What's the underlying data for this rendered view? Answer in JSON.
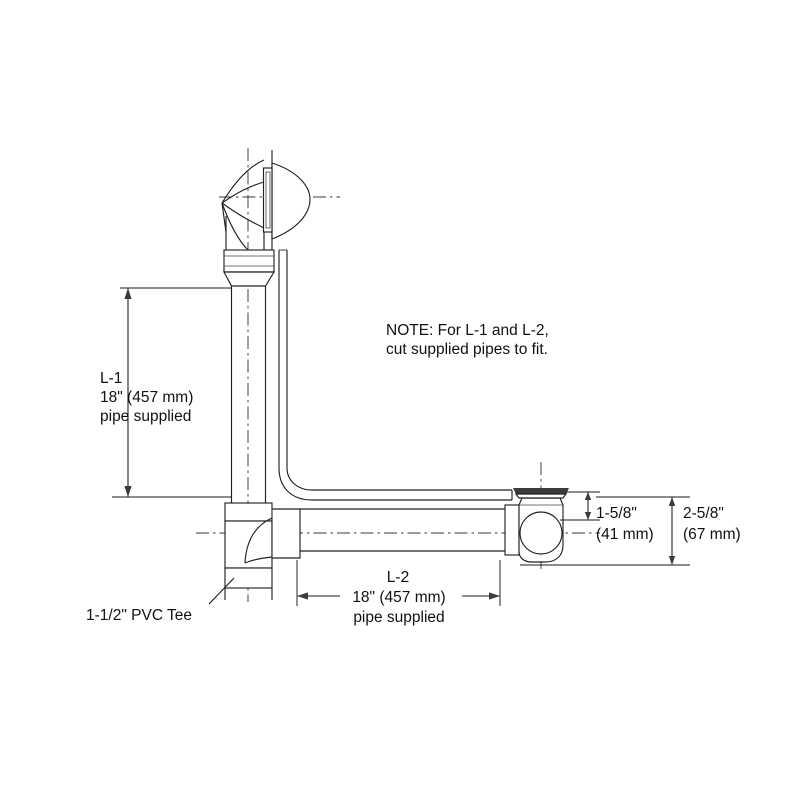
{
  "drawing": {
    "title": "Bath drain rough-in dimension diagram",
    "line_color": "#222222",
    "text_color": "#111111",
    "background": "#ffffff"
  },
  "annotations": {
    "l1": {
      "name": "L-1",
      "line1": "L-1",
      "line2": "18\" (457 mm)",
      "line3": "pipe supplied"
    },
    "l2": {
      "name": "L-2",
      "line1": "L-2",
      "line2": "18\" (457 mm)",
      "line3": "pipe supplied"
    },
    "note": {
      "line1": "NOTE: For L-1 and L-2,",
      "line2": "cut supplied pipes to fit."
    },
    "tee": {
      "label": "1-1/2\" PVC Tee"
    },
    "dim_small": {
      "line1": "1-5/8\"",
      "line2": "(41 mm)"
    },
    "dim_large": {
      "line1": "2-5/8\"",
      "line2": "(67 mm)"
    }
  },
  "parts": {
    "overflow_elbow": "overflow-elbow",
    "overflow_cover": "overflow-cover-plate",
    "slip_nut_top": "slip-nut-coupling-top",
    "vertical_pipe": "vertical-overflow-pipe",
    "pvc_tee": "pvc-tee-fitting",
    "horizontal_pipe": "horizontal-drain-pipe",
    "drain_body": "drain-shoe-body",
    "strainer": "drain-strainer-plate",
    "overflow_tube": "internal-overflow-tube"
  }
}
